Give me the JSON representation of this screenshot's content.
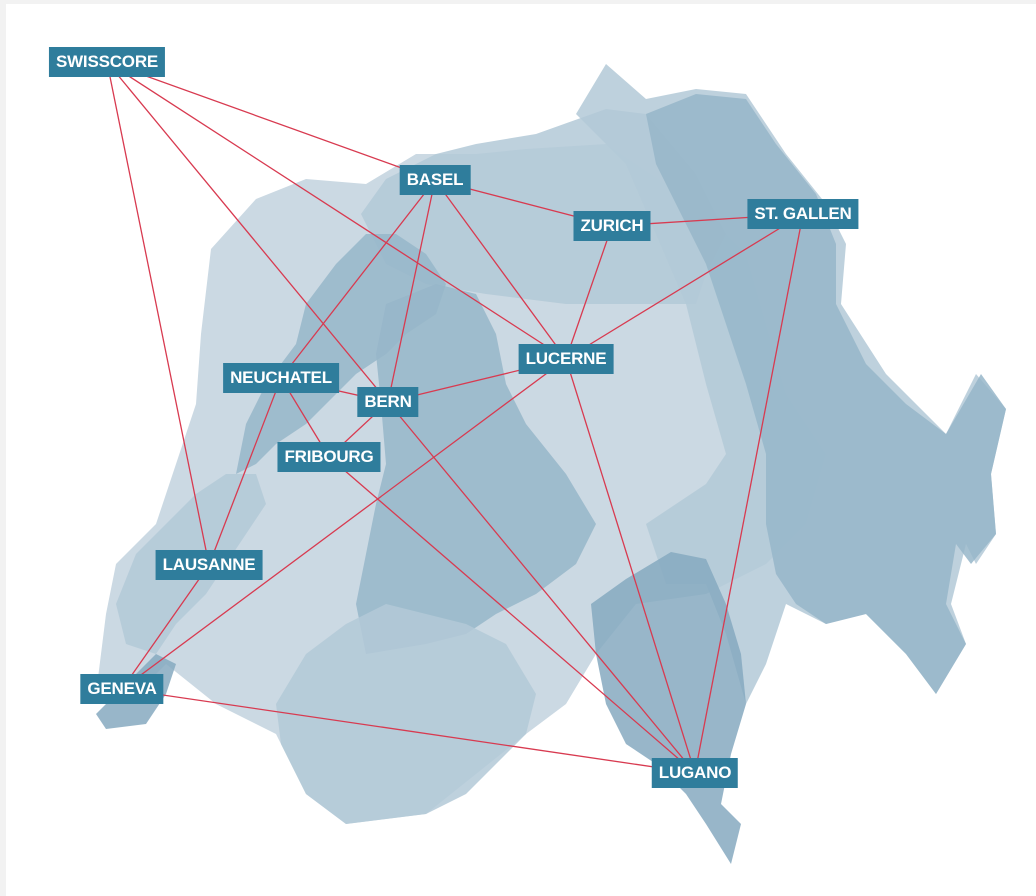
{
  "colors": {
    "label_bg": "#2f7d9c",
    "link_line": "#d83a50",
    "region_light": "#cbd9e3",
    "region_mid": "#b3c9d7",
    "region_dark": "#97b6c9",
    "region_darker": "#86a9bf",
    "page_background": "#ffffff"
  },
  "nodes": [
    {
      "id": "swisscore",
      "label": "SWISSCORE"
    },
    {
      "id": "basel",
      "label": "BASEL"
    },
    {
      "id": "zurich",
      "label": "ZURICH"
    },
    {
      "id": "st-gallen",
      "label": "ST. GALLEN"
    },
    {
      "id": "lucerne",
      "label": "LUCERNE"
    },
    {
      "id": "neuchatel",
      "label": "NEUCHATEL"
    },
    {
      "id": "bern",
      "label": "BERN"
    },
    {
      "id": "fribourg",
      "label": "FRIBOURG"
    },
    {
      "id": "lausanne",
      "label": "LAUSANNE"
    },
    {
      "id": "geneva",
      "label": "GENEVA"
    },
    {
      "id": "lugano",
      "label": "LUGANO"
    }
  ],
  "links": [
    [
      "swisscore",
      "basel"
    ],
    [
      "swisscore",
      "lucerne"
    ],
    [
      "swisscore",
      "bern"
    ],
    [
      "swisscore",
      "lausanne"
    ],
    [
      "basel",
      "zurich"
    ],
    [
      "basel",
      "lucerne"
    ],
    [
      "basel",
      "bern"
    ],
    [
      "basel",
      "neuchatel"
    ],
    [
      "zurich",
      "st-gallen"
    ],
    [
      "zurich",
      "lucerne"
    ],
    [
      "st-gallen",
      "lucerne"
    ],
    [
      "st-gallen",
      "lugano"
    ],
    [
      "lucerne",
      "bern"
    ],
    [
      "lucerne",
      "geneva"
    ],
    [
      "lucerne",
      "lugano"
    ],
    [
      "neuchatel",
      "bern"
    ],
    [
      "neuchatel",
      "fribourg"
    ],
    [
      "neuchatel",
      "lausanne"
    ],
    [
      "bern",
      "fribourg"
    ],
    [
      "bern",
      "lugano"
    ],
    [
      "fribourg",
      "lugano"
    ],
    [
      "lausanne",
      "geneva"
    ],
    [
      "geneva",
      "lugano"
    ]
  ]
}
